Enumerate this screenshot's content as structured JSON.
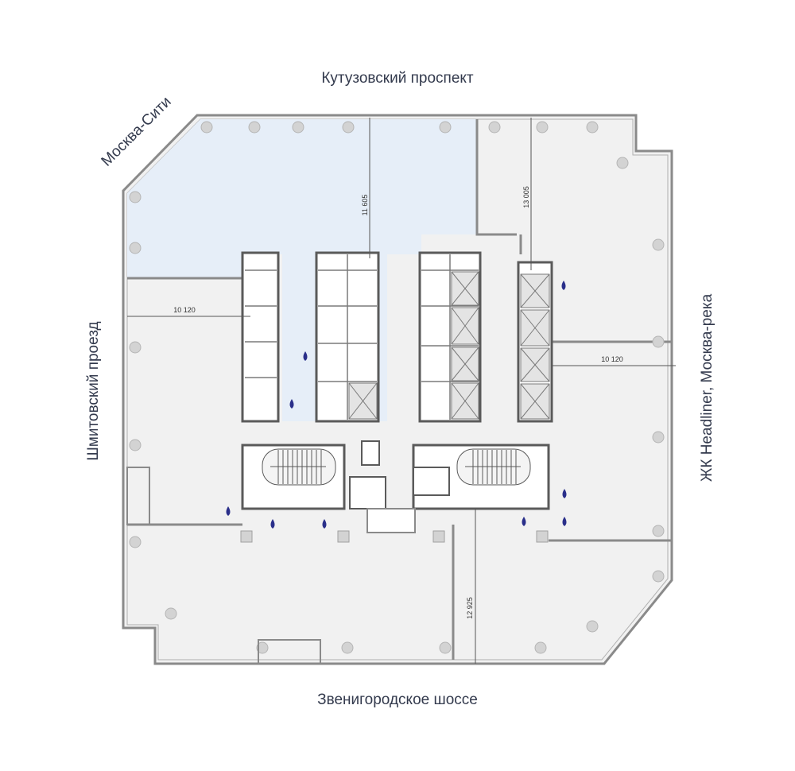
{
  "streets": {
    "north": "Кутузовский проспект",
    "south": "Звенигородское шоссе",
    "west": "Шмитовский проезд",
    "east": "ЖК Headliner, Москва-река",
    "northwest": "Москва-Сити"
  },
  "dimensions": {
    "north_left": "11 605",
    "north_right": "13 005",
    "west": "10 120",
    "east": "10 120",
    "south": "12 925"
  },
  "colors": {
    "highlight_fill": "#e6eef8",
    "wall": "#8a8a8a",
    "wall_dark": "#5a5a5a",
    "floor": "#f1f1f1",
    "core": "#ffffff",
    "column": "#d3d3d3",
    "water": "#2a2f8a",
    "text": "#333a4d"
  },
  "icons": {
    "column": "column-circle-icon",
    "water": "water-drop-icon",
    "stairs": "stairs-icon",
    "elevator": "elevator-x-icon"
  }
}
